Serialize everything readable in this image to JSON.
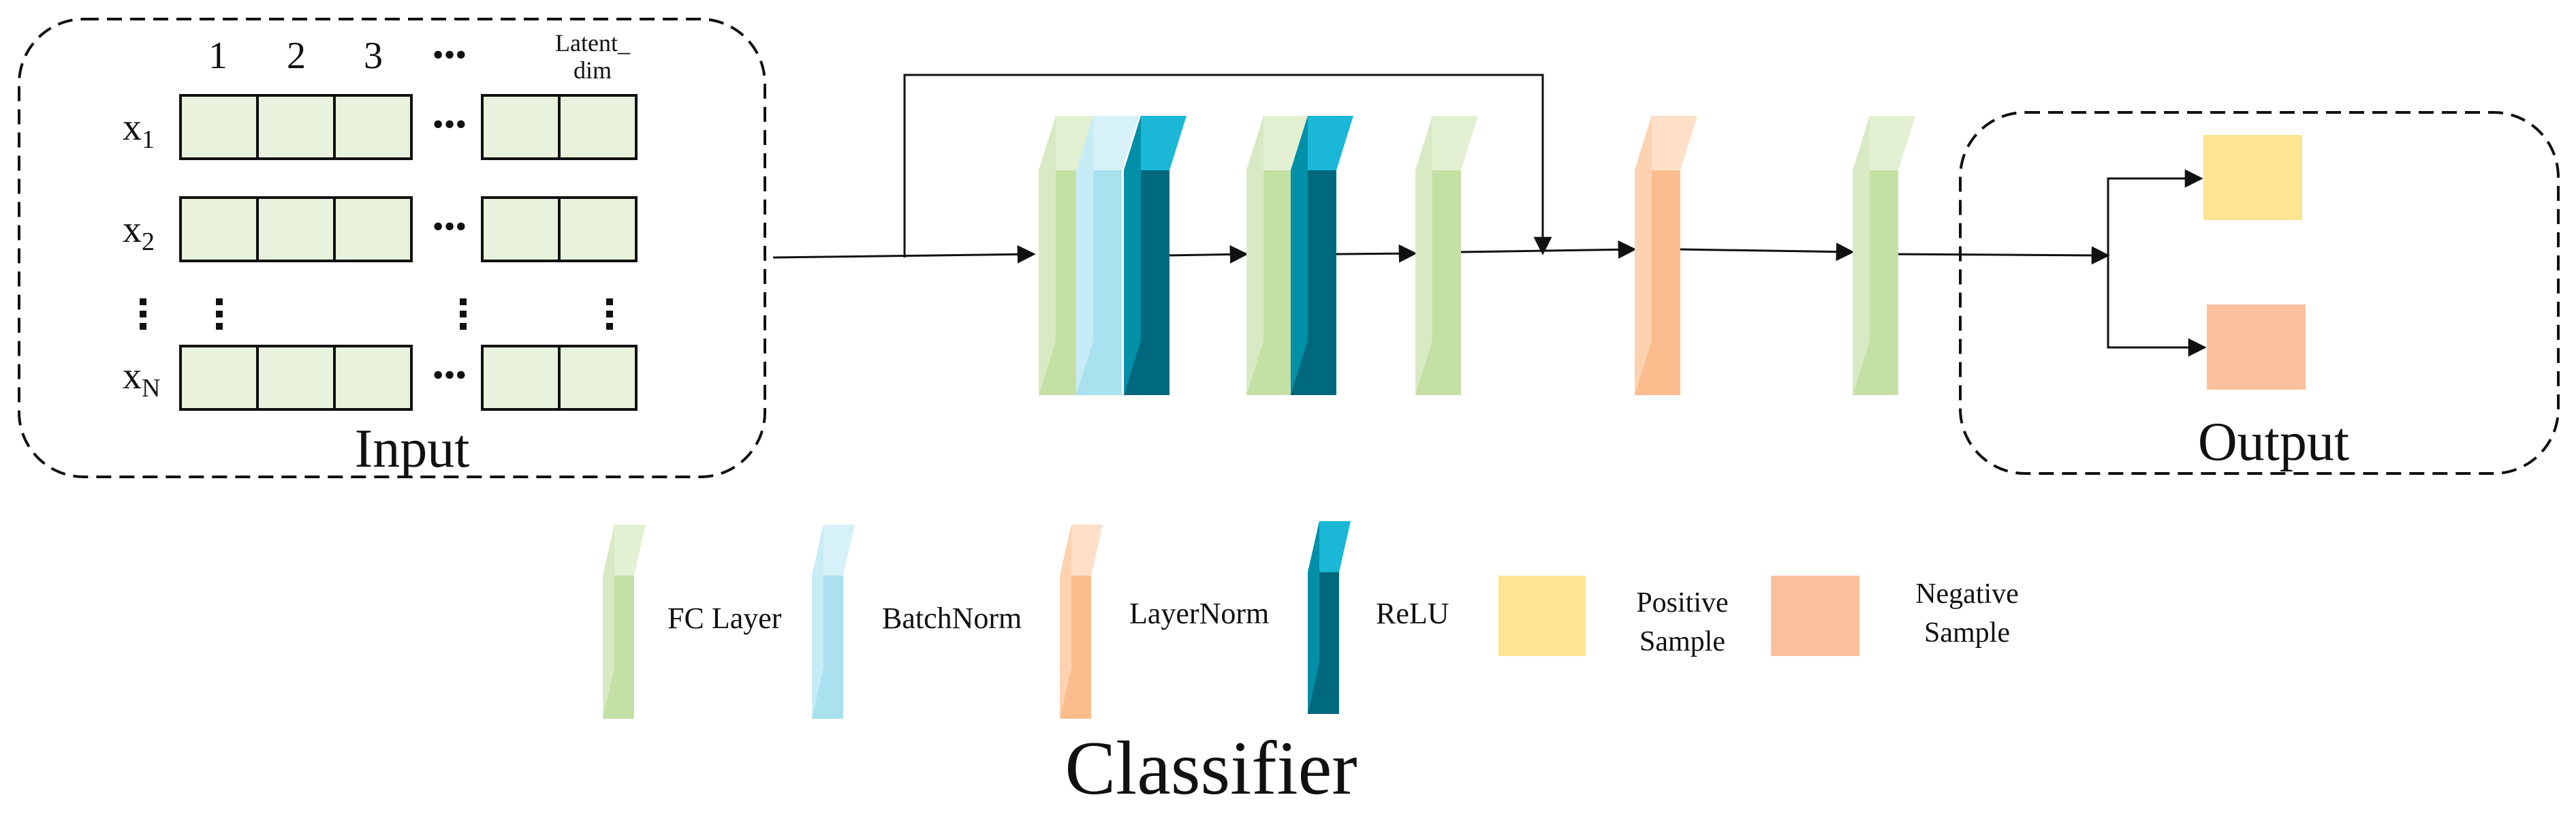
{
  "input": {
    "title": "Input",
    "column_labels": [
      "1",
      "2",
      "3",
      "Latent_",
      "dim"
    ],
    "ellipsis": "•••",
    "rows": [
      {
        "base": "x",
        "sub": "1"
      },
      {
        "base": "x",
        "sub": "2"
      },
      {
        "base": "x",
        "sub": "N"
      }
    ]
  },
  "output": {
    "title": "Output"
  },
  "caption": "Classifier",
  "legend": [
    {
      "label": "FC Layer"
    },
    {
      "label": "BatchNorm"
    },
    {
      "label": "LayerNorm"
    },
    {
      "label": "ReLU"
    },
    {
      "label_line1": "Positive",
      "label_line2": "Sample"
    },
    {
      "label_line1": "Negative",
      "label_line2": "Sample"
    }
  ],
  "colors": {
    "fc_layer": "#c5e0a5",
    "batchnorm": "#a9e1ef",
    "layernorm": "#fbbd8d",
    "relu": "#00687c",
    "positive_sample": "#fde591",
    "negative_sample": "#fcc19c",
    "input_cell": "#e8f2dc"
  },
  "icons": [
    "arrow-icon",
    "layer-slab-icon",
    "dashed-frame-icon"
  ]
}
